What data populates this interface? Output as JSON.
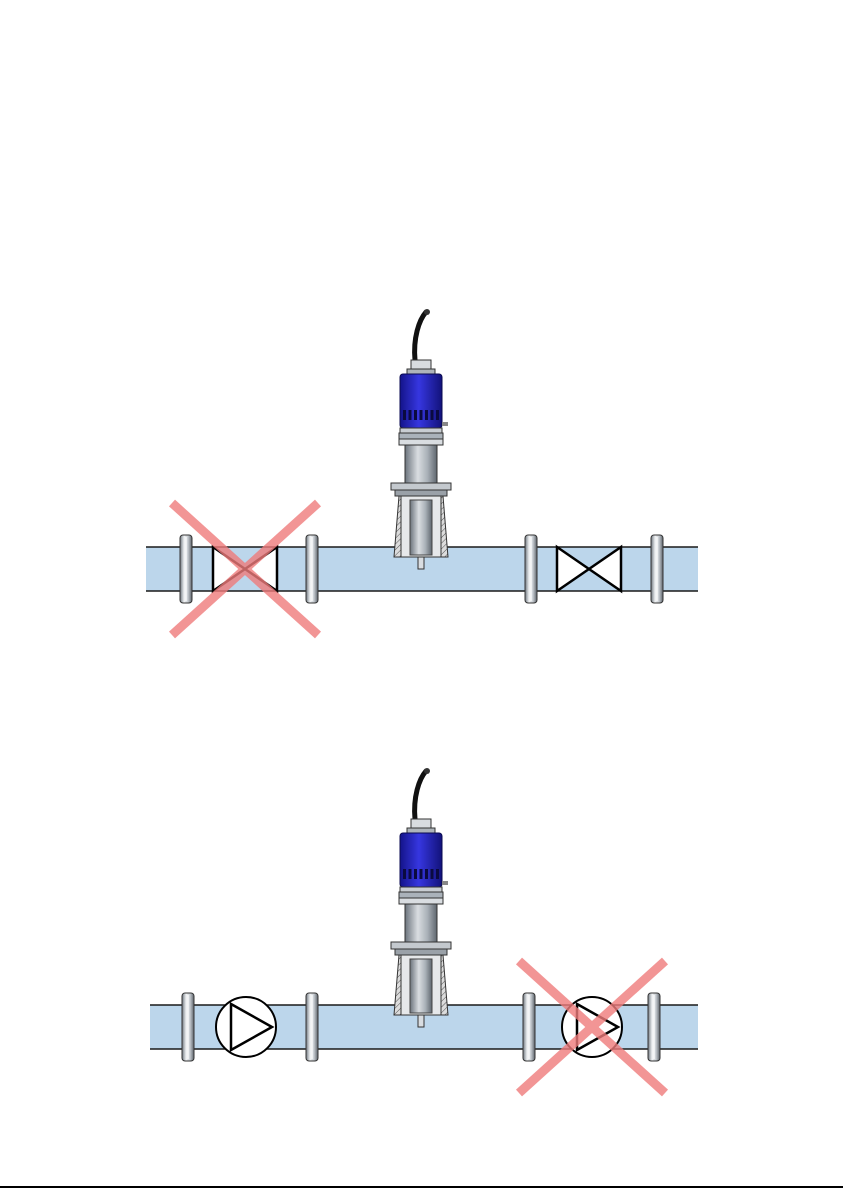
{
  "colors": {
    "pipe_fill": "#bcd6eb",
    "pipe_stroke": "#1a1a1a",
    "sensor_head": "#2a2ad0",
    "sensor_body": "#9aa3ad",
    "cross": "#ef7b7b"
  },
  "scenes": [
    {
      "id": "valves",
      "fittings": [
        {
          "kind": "valve",
          "crossed": true
        },
        {
          "kind": "valve",
          "crossed": false
        }
      ]
    },
    {
      "id": "pumps",
      "fittings": [
        {
          "kind": "pump",
          "crossed": false
        },
        {
          "kind": "pump",
          "crossed": true
        }
      ]
    }
  ],
  "icons": [
    "valve-icon",
    "pump-icon",
    "sensor-probe-icon",
    "flange-icon",
    "cross-mark-icon"
  ]
}
